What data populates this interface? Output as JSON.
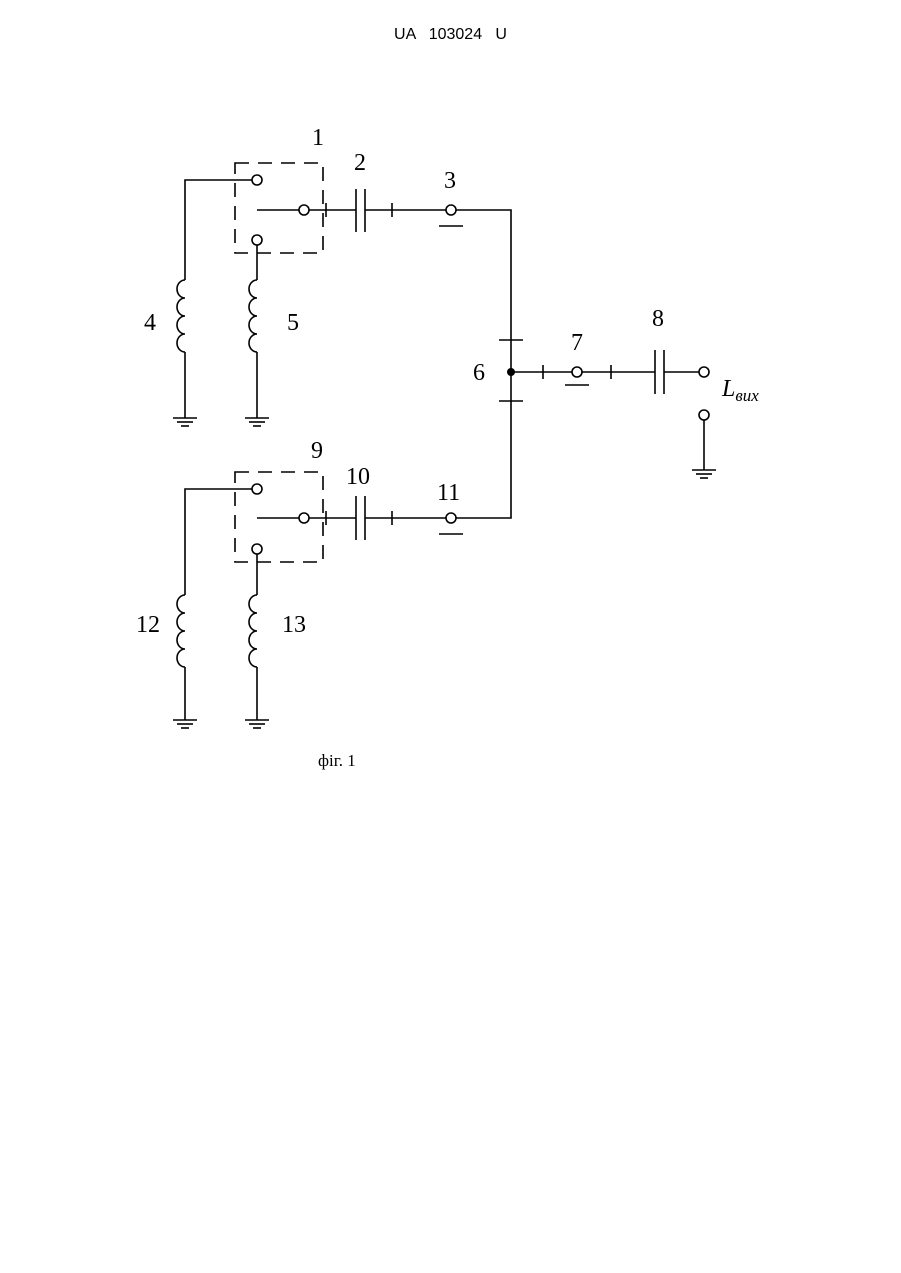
{
  "document": {
    "header": "UA   103024   U",
    "figure_caption": "фіг. 1"
  },
  "components": {
    "switch_top": "1",
    "capacitor_top": "2",
    "terminal_top": "3",
    "inductor_top_left": "4",
    "inductor_top_right": "5",
    "junction": "6",
    "terminal_output": "7",
    "capacitor_output": "8",
    "switch_bottom": "9",
    "capacitor_bottom": "10",
    "terminal_bottom": "11",
    "inductor_bottom_left": "12",
    "inductor_bottom_right": "13"
  },
  "output": {
    "label_main": "L",
    "label_sub": "вих"
  }
}
